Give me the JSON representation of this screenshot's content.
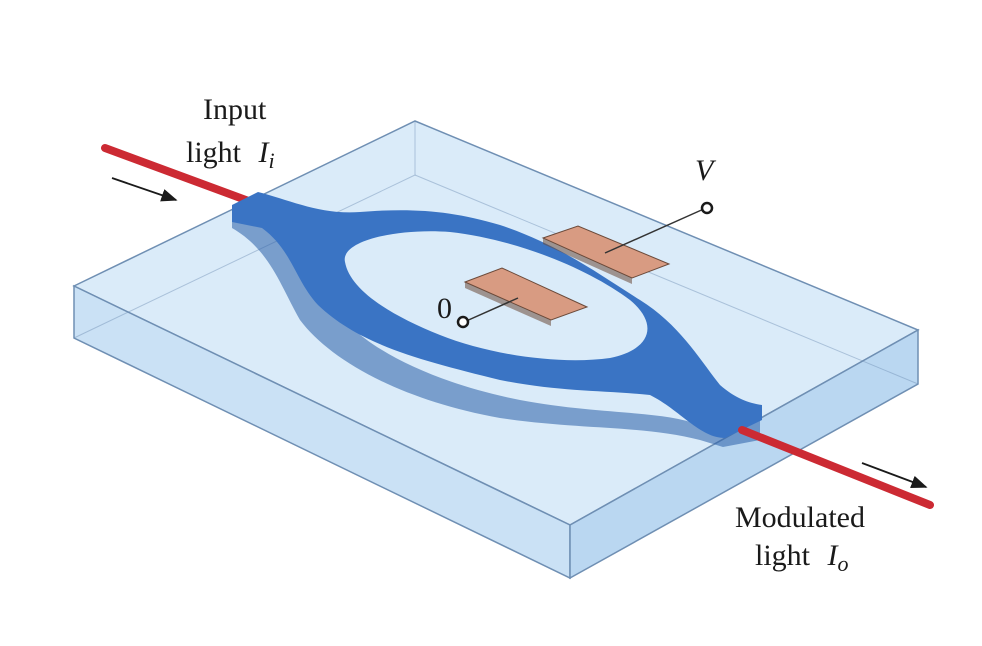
{
  "labels": {
    "input_line1": "Input",
    "input_line2_text": "light",
    "input_symbol": "I",
    "input_sub": "i",
    "voltage": "V",
    "ground": "0",
    "output_line1": "Modulated",
    "output_line2_text": "light",
    "output_symbol": "I",
    "output_sub": "o"
  },
  "colors": {
    "substrate_top": "#d6e9f8",
    "substrate_front": "#c4def4",
    "substrate_side": "#b3d3ef",
    "substrate_edge": "#6f8fb3",
    "waveguide": "#3a74c4",
    "waveguide_side": "#2a5ea8",
    "electrode": "#d89b82",
    "electrode_edge": "#6b4a3a",
    "fiber": "#cc2a33",
    "arrow": "#1a1a1a"
  }
}
